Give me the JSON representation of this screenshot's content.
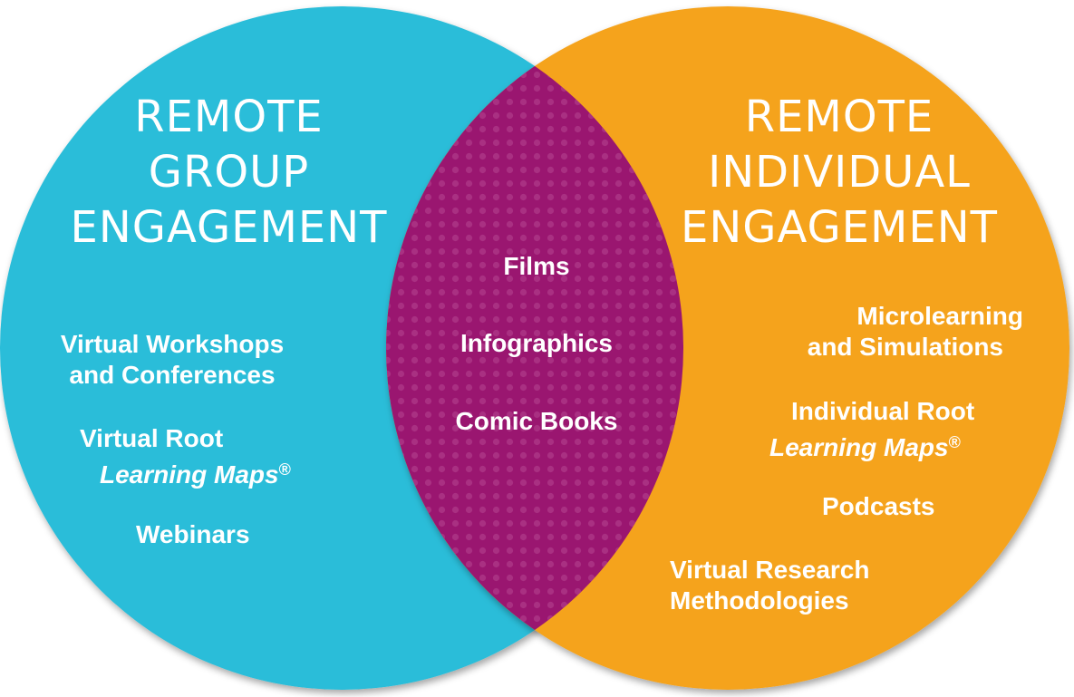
{
  "colors": {
    "left_circle": "#29bdd9",
    "right_circle": "#f5a31f",
    "overlap": "#9a1670",
    "text": "#ffffff"
  },
  "left": {
    "title": [
      "REMOTE",
      "GROUP",
      "ENGAGEMENT"
    ],
    "items": [
      {
        "line1": "Virtual Workshops",
        "line2": "and Conferences"
      },
      {
        "line1": "Virtual Root",
        "line2": "Learning Maps",
        "mark": "®"
      },
      {
        "line1": "Webinars"
      }
    ]
  },
  "right": {
    "title": [
      "REMOTE",
      "INDIVIDUAL",
      "ENGAGEMENT"
    ],
    "items": [
      {
        "line1": "Microlearning",
        "line2": "and Simulations"
      },
      {
        "line1": "Individual Root",
        "line2": "Learning Maps",
        "mark": "®"
      },
      {
        "line1": "Podcasts"
      },
      {
        "line1": "Virtual Research",
        "line2": "Methodologies"
      }
    ]
  },
  "overlap": {
    "items": [
      "Films",
      "Infographics",
      "Comic Books"
    ]
  }
}
